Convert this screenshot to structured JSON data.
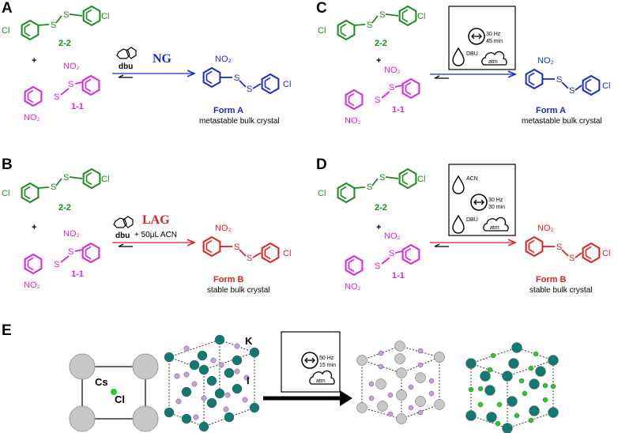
{
  "panels": {
    "A": {
      "letter": "A",
      "reactant1_label": "2-2",
      "reactant2_label": "1-1",
      "plus": "+",
      "catalyst": "dbu",
      "method": "NG",
      "product_form": "Form A",
      "product_desc": "metastable bulk crystal"
    },
    "B": {
      "letter": "B",
      "reactant1_label": "2-2",
      "reactant2_label": "1-1",
      "plus": "+",
      "catalyst": "dbu",
      "method": "LAG",
      "additive": "+ 50μL ACN",
      "product_form": "Form B",
      "product_desc": "stable bulk crystal"
    },
    "C": {
      "letter": "C",
      "reactant1_label": "2-2",
      "reactant2_label": "1-1",
      "plus": "+",
      "freq": "30 Hz",
      "time": "45 min",
      "liquid": "DBU",
      "atmos": "atm",
      "product_form": "Form A",
      "product_desc": "metastable bulk crystal"
    },
    "D": {
      "letter": "D",
      "reactant1_label": "2-2",
      "reactant2_label": "1-1",
      "plus": "+",
      "liquid1": "ACN",
      "liquid2": "DBU",
      "freq": "30 Hz",
      "time": "30 min",
      "atmos": "atm",
      "product_form": "Form B",
      "product_desc": "stable bulk crystal"
    },
    "E": {
      "letter": "E",
      "cs": "Cs",
      "cl": "Cl",
      "k": "K",
      "i": "I",
      "freq": "50 Hz",
      "time": "15 min",
      "atmos": "atm"
    }
  },
  "atoms": {
    "cl": "Cl",
    "s": "S",
    "no2": "NO₂"
  },
  "colors": {
    "green": "#1a8a1a",
    "magenta": "#e020e0",
    "blue": "#1a2ad0",
    "red": "#e02020",
    "teal": "#117a72",
    "lilac": "#c99ee0",
    "grey": "#c8c8c8",
    "bright_green": "#22cc22"
  }
}
